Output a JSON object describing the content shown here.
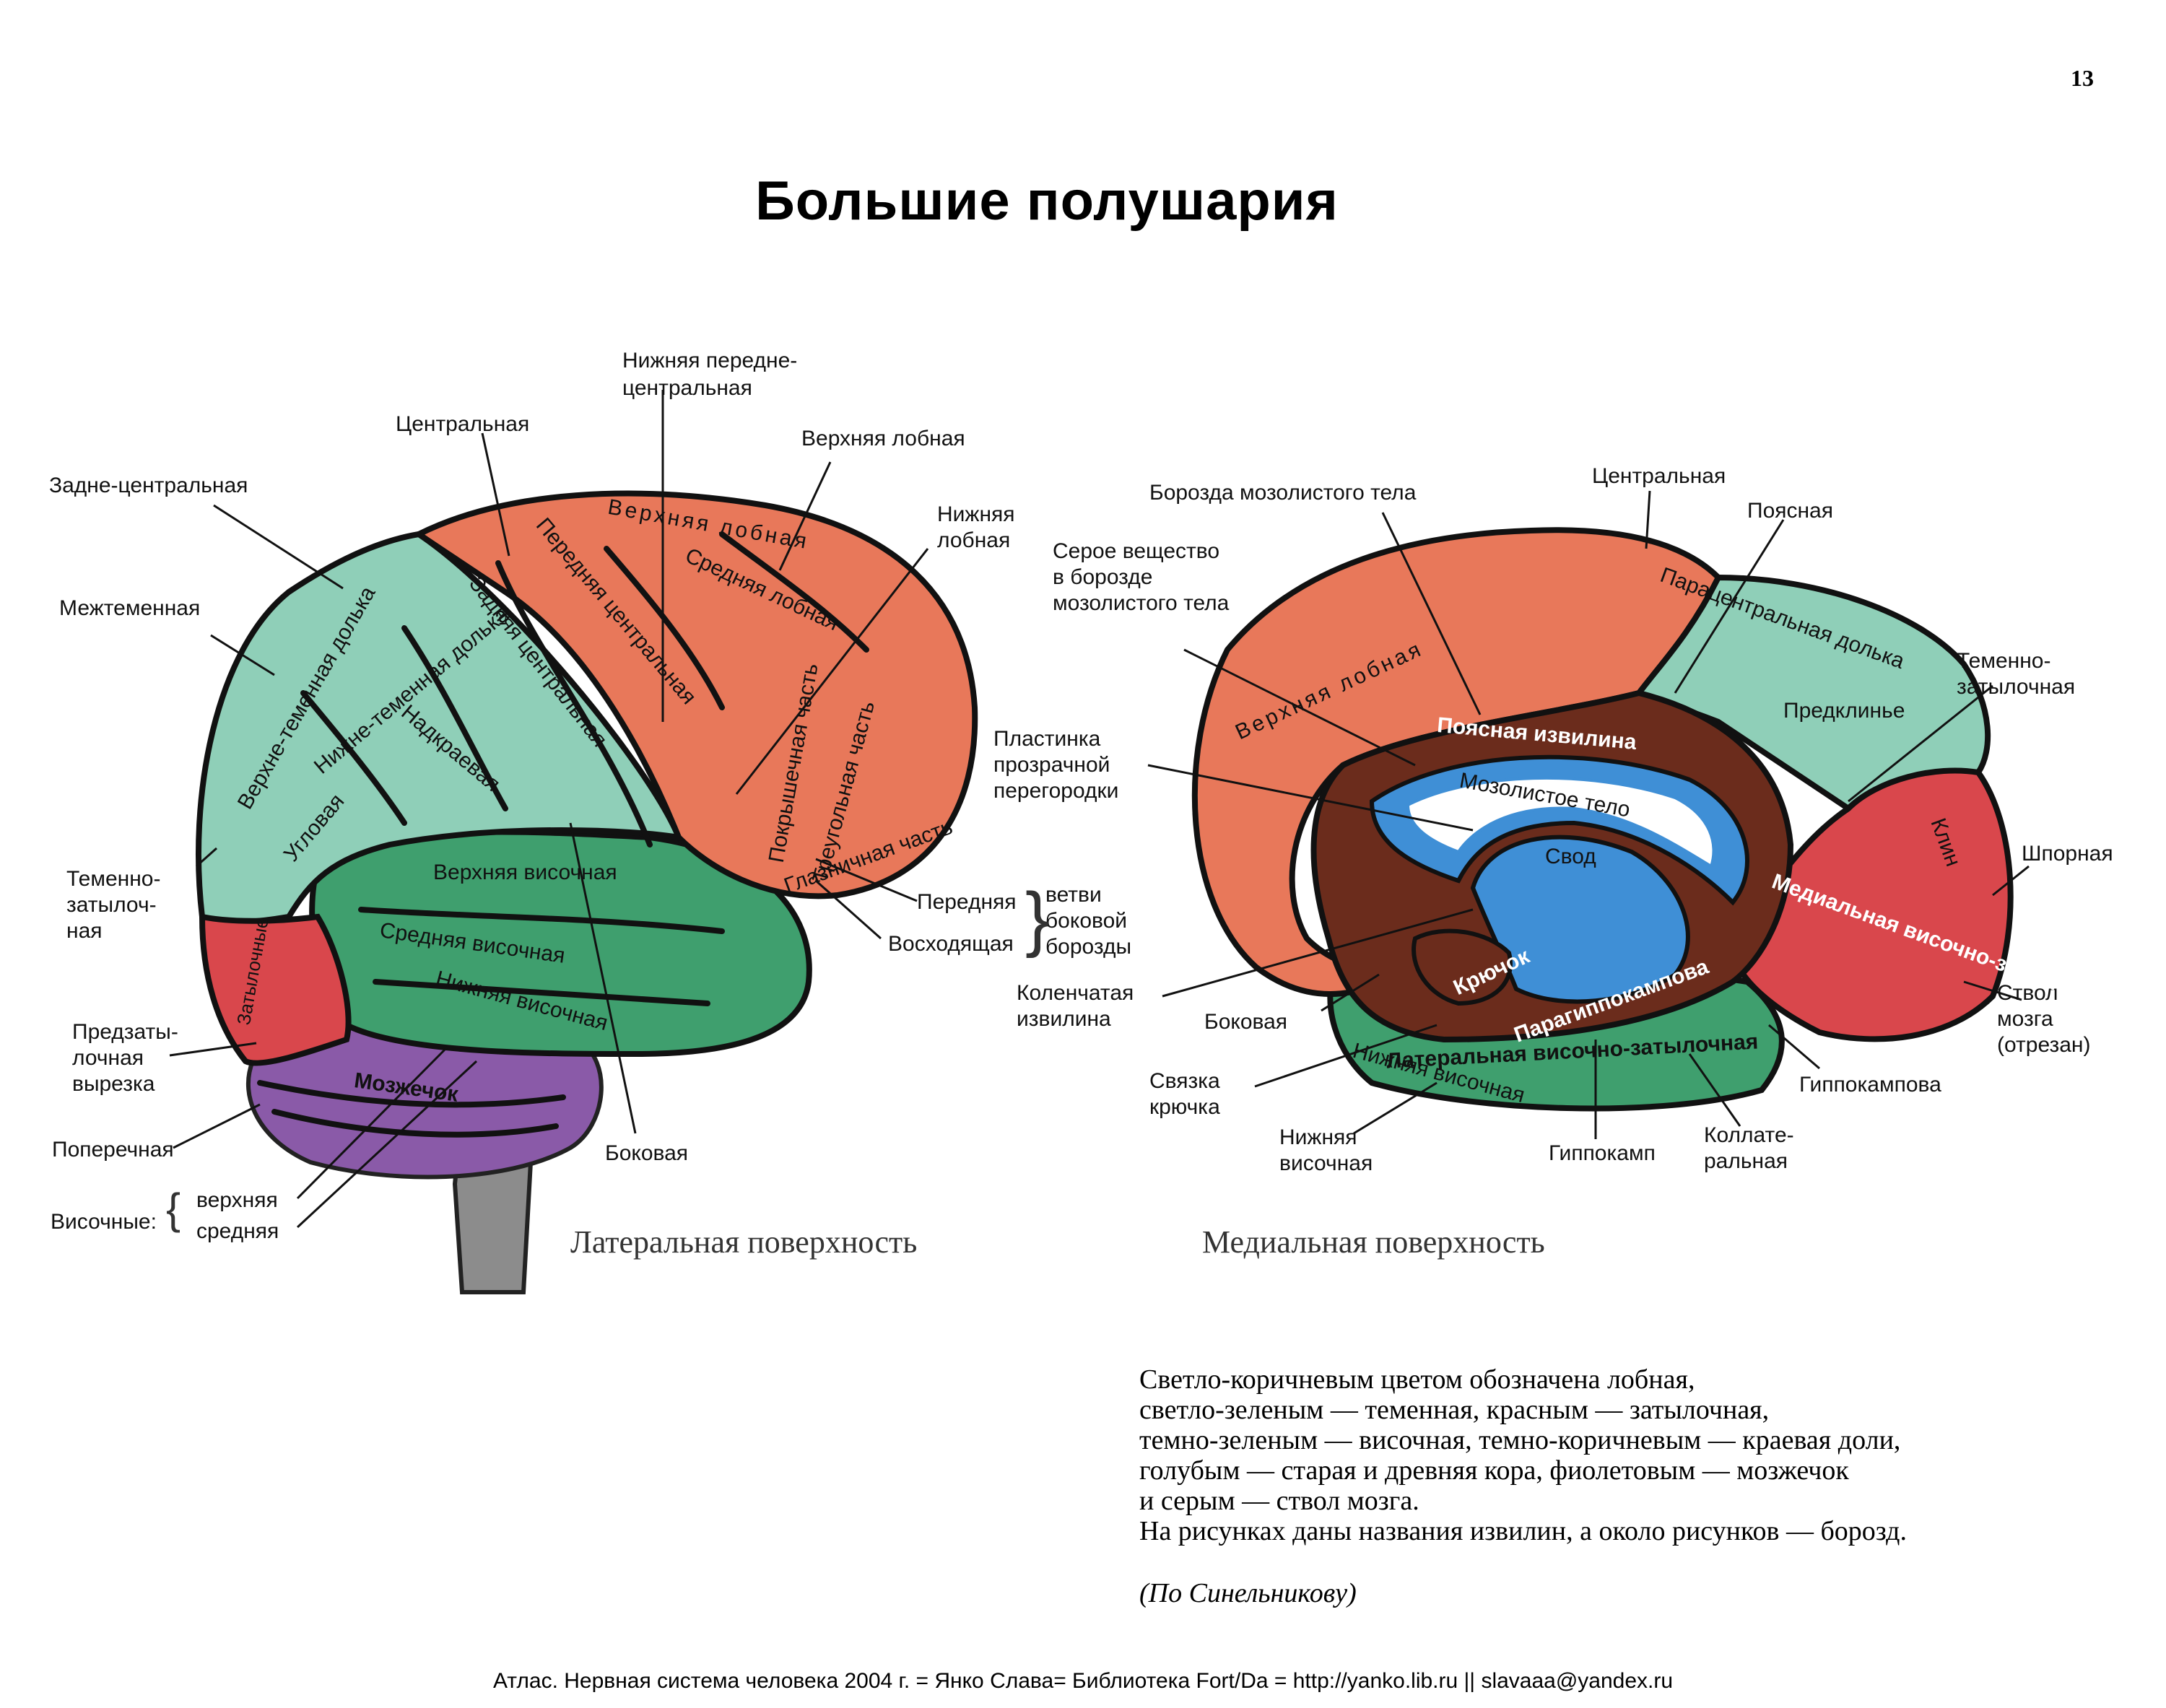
{
  "page_number": "13",
  "title": "Большие полушария",
  "lateral": {
    "caption": "Латеральная поверхность",
    "labels": {
      "nizhnyaya_top": "Нижняя передне-",
      "nizhnyaya_top2": "центральная",
      "centralnaya": "Центральная",
      "verkhnyaya_lobnaya": "Верхняя лобная",
      "zadne_centralnaya": "Задне-центральная",
      "nizhnyaya_lobnaya1": "Нижняя",
      "nizhnyaya_lobnaya2": "лобная",
      "mezhtemennaya": "Межтеменная",
      "temenno1": "Теменно-",
      "temenno2": "затылоч-",
      "temenno3": "ная",
      "peredn": "Передняя",
      "voskhod": "Восходящая",
      "vetvi1": "ветви",
      "vetvi2": "боковой",
      "vetvi3": "борозды",
      "predzaty1": "Предзаты-",
      "predzaty2": "лочная",
      "predzaty3": "вырезка",
      "poperechnaya": "Поперечная",
      "bokovaya": "Боковая",
      "visochnye": "Височные:",
      "verkhnyaya": "верхняя",
      "srednyaya": "средняя"
    },
    "regions": {
      "verkh_lobnaya": "Верхняя лобная",
      "sredn_lobnaya": "Средняя лобная",
      "perednyaya_centr": "Передняя центральная",
      "zadnyaya_centr": "Задняя центральная",
      "verkhne_temen": "Верхне-теменная долька",
      "nizhne_temen": "Нижне-теменная долька",
      "nadkraevaya": "Надкраевая",
      "uglovaya": "Угловая",
      "pokryshechnaya": "Покрышечная часть",
      "treugolnaya": "Треугольная часть",
      "glaznichnaya": "Глазничная часть",
      "verkh_visochnaya": "Верхняя височная",
      "sredn_visochnaya": "Средняя височная",
      "nizh_visochnaya": "Нижняя височная",
      "zatylochnye": "Затылочные",
      "mozzhechok": "Мозжечок"
    }
  },
  "medial": {
    "caption": "Медиальная поверхность",
    "labels": {
      "borozda": "Борозда мозолистого тела",
      "centralnaya": "Центральная",
      "poyasnaya": "Поясная",
      "seroe1": "Серое вещество",
      "seroe2": "в борозде",
      "seroe3": "мозолистого тела",
      "temenno1": "Теменно-",
      "temenno2": "затылочная",
      "plastinka1": "Пластинка",
      "plastinka2": "прозрачной",
      "plastinka3": "перегородки",
      "shpornaya": "Шпорная",
      "kolench1": "Коленчатая",
      "kolench2": "извилина",
      "bokovaya": "Боковая",
      "stvol1": "Ствол",
      "stvol2": "мозга",
      "stvol3": "(отрезан)",
      "svyazka1": "Связка",
      "svyazka2": "крючка",
      "gippokampova": "Гиппокампова",
      "nizhn_vis1": "Нижняя",
      "nizhn_vis2": "височная",
      "gippokamp": "Гиппокамп",
      "kollat1": "Коллате-",
      "kollat2": "ральная"
    },
    "regions": {
      "verkh_lobnaya": "Верхняя лобная",
      "paracentr": "Парацентральная долька",
      "predklinye": "Предклинье",
      "poyasnaya_izv": "Поясная извилина",
      "mozolistoe": "Мозолистое тело",
      "svod": "Свод",
      "klin": "Клин",
      "medialnaya": "Медиальная височно-затылочная",
      "kryuchok": "Крючок",
      "paragippo": "Парагиппокампова",
      "lateralnaya": "Латеральная височно-затылочная",
      "nizhnyaya_vis": "Нижняя височная"
    }
  },
  "description": [
    "Светло-коричневым цветом обозначена лобная,",
    "светло-зеленым — теменная, красным — затылочная,",
    "темно-зеленым — височная, темно-коричневым — краевая доли,",
    "голубым — старая и древняя кора, фиолетовым — мозжечок",
    "и серым — ствол мозга.",
    "На рисунках даны названия извилин, а около рисунков — борозд."
  ],
  "source": "(По   Синельникову)",
  "footer": "Атлас. Нервная система человека 2004 г. = Янко Слава= Библиотека Fort/Da = http://yanko.lib.ru || slavaaa@yandex.ru",
  "colors": {
    "frontal": "#e8785a",
    "parietal": "#8fcfb8",
    "occipital": "#d9474c",
    "temporal": "#3f9f6e",
    "limbic": "#6b2c1c",
    "old_cortex": "#3f8fd6",
    "cerebellum": "#8a5aa8",
    "brainstem": "#8c8c8c"
  }
}
